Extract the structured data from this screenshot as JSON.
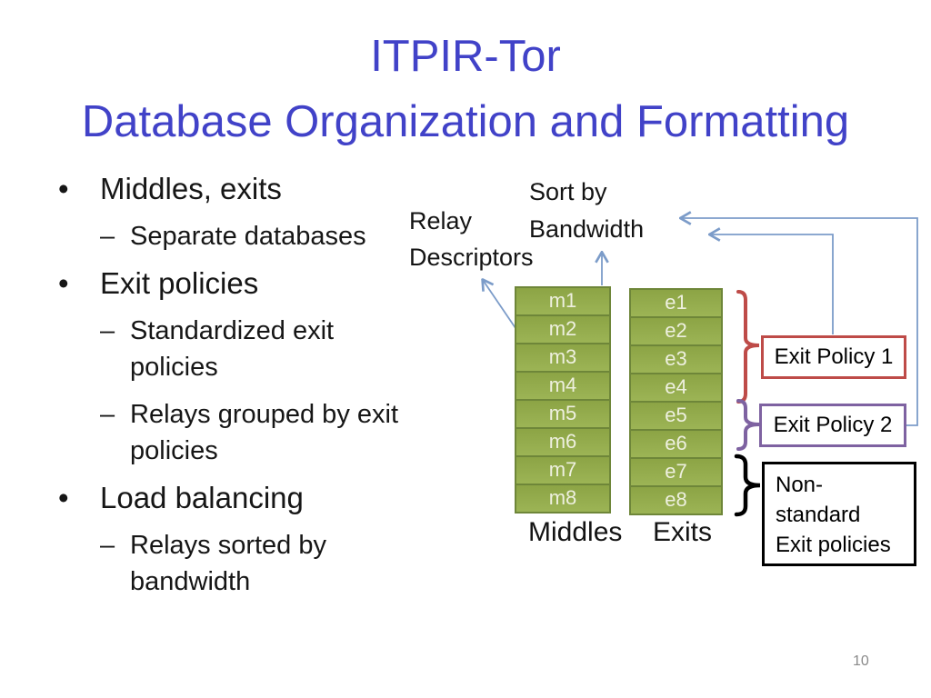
{
  "title": {
    "line1": "ITPIR-Tor",
    "line2": "Database Organization and Formatting",
    "color": "#4142c8"
  },
  "bullets": {
    "bullet_char": "•",
    "dash_char": "–",
    "items": [
      {
        "level": 1,
        "text": "Middles, exits"
      },
      {
        "level": 2,
        "text": "Separate databases"
      },
      {
        "level": 1,
        "text": "Exit policies"
      },
      {
        "level": 2,
        "text": "Standardized exit policies"
      },
      {
        "level": 2,
        "text": "Relays grouped by exit policies"
      },
      {
        "level": 1,
        "text": "Load balancing"
      },
      {
        "level": 2,
        "text": "Relays sorted by bandwidth"
      }
    ]
  },
  "diagram": {
    "relay_descriptors_label": "Relay\nDescriptors",
    "sort_by_bandwidth_label": "Sort by\nBandwidth",
    "middles": {
      "label": "Middles",
      "cells": [
        "m1",
        "m2",
        "m3",
        "m4",
        "m5",
        "m6",
        "m7",
        "m8"
      ]
    },
    "exits": {
      "label": "Exits",
      "cells": [
        "e1",
        "e2",
        "e3",
        "e4",
        "e5",
        "e6",
        "e7",
        "e8"
      ]
    },
    "policy_boxes": [
      {
        "label": "Exit Policy 1",
        "border_color": "#be4b48",
        "groups_cells": "e1-e4"
      },
      {
        "label": "Exit Policy 2",
        "border_color": "#7e62a1",
        "groups_cells": "e5-e6"
      },
      {
        "label": "Non-\nstandard\nExit policies",
        "border_color": "#000000",
        "groups_cells": "e7-e8"
      }
    ],
    "colors": {
      "cell_fill": "#94ad4c",
      "cell_border": "#6e8639",
      "cell_text": "#eef0df",
      "connector_blue": "#7c9cc9",
      "brace_red": "#be4b48",
      "brace_purple": "#7e62a1",
      "brace_black": "#000000"
    }
  },
  "footer": {
    "page_number": "10"
  }
}
